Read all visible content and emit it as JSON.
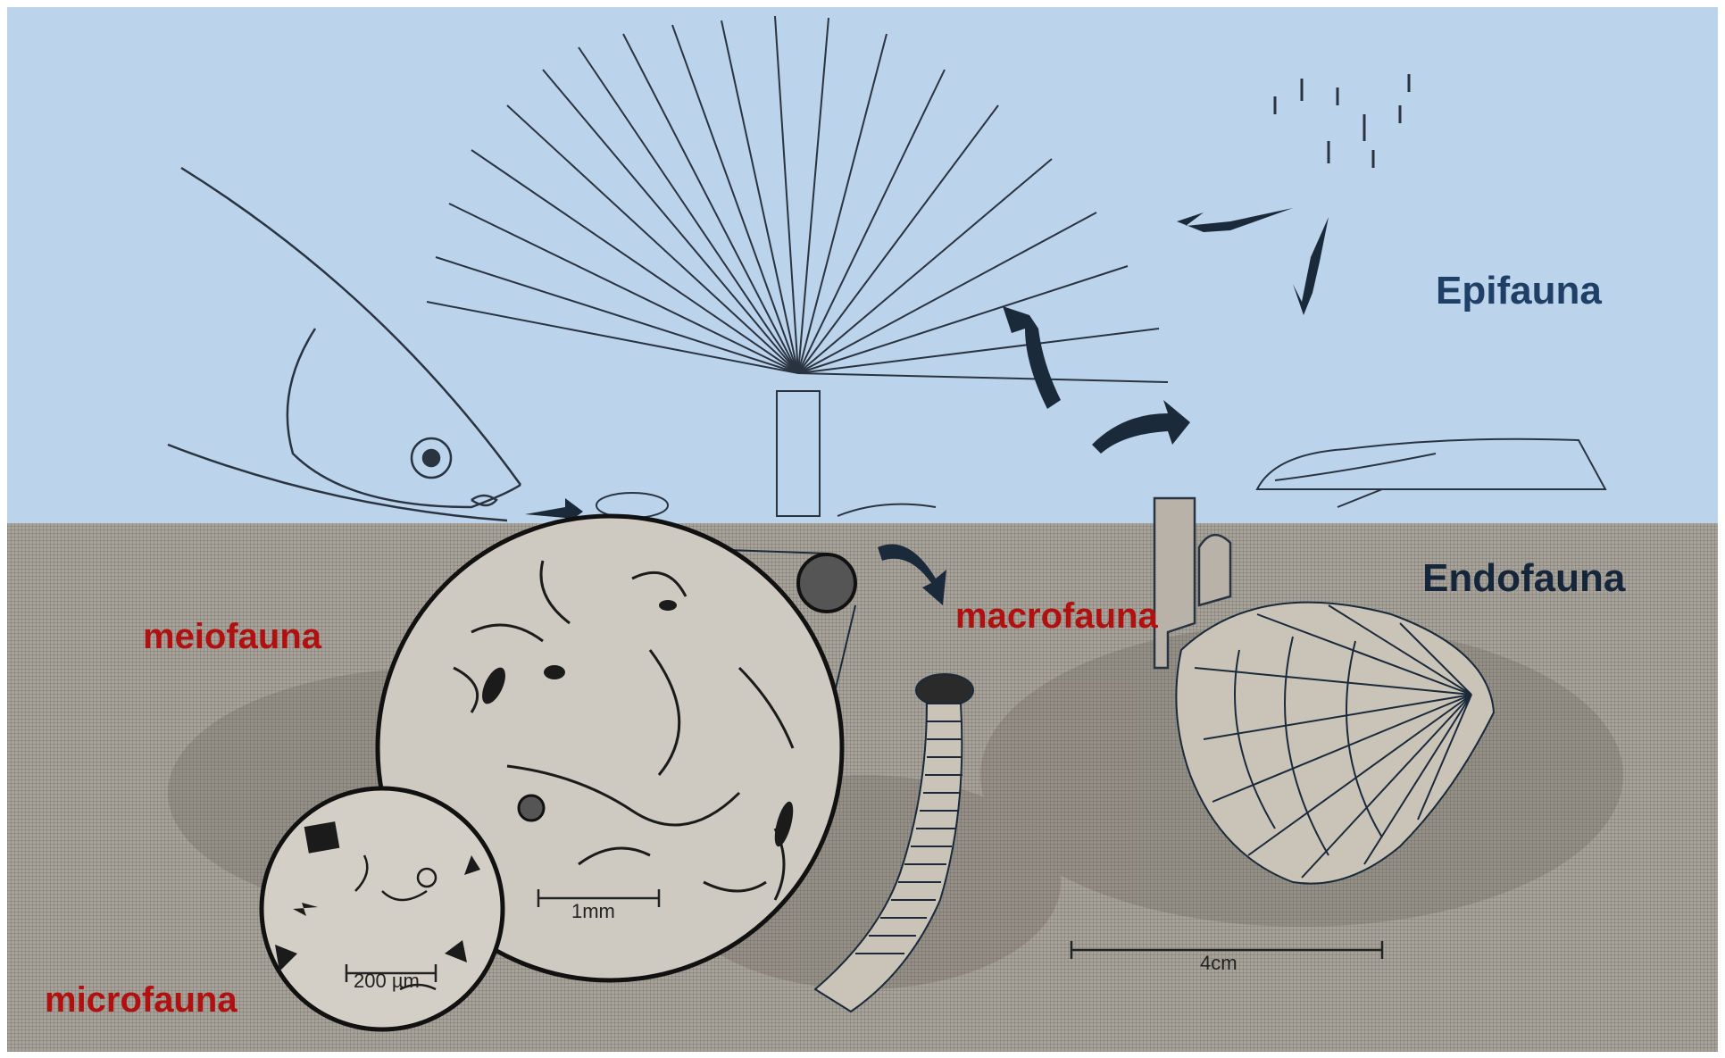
{
  "labels": {
    "epifauna": "Epifauna",
    "endofauna": "Endofauna",
    "meiofauna": "meiofauna",
    "macrofauna": "macrofauna",
    "microfauna": "microfauna"
  },
  "scale_bars": {
    "micro": "200 µm",
    "meio": "1mm",
    "macro": "4cm"
  },
  "colors": {
    "water": "#bcd3ec",
    "sediment": "#a8a39a",
    "zone_label": "#1f3f66",
    "size_label": "#b01010",
    "ink": "#1b2a3a"
  }
}
